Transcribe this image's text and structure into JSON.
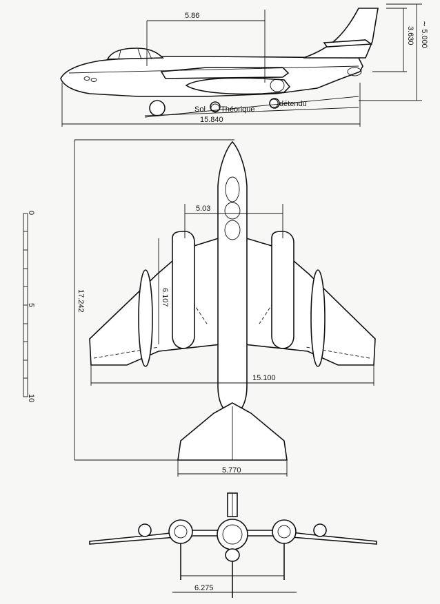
{
  "side_view": {
    "dim_fuselage_span": "5.86",
    "dim_tail_height": "3.630",
    "dim_total_height": "∼ 5.000",
    "ground_label_sol": "Sol",
    "ground_label_theorique": "Théorique",
    "ground_label_detendu": "détendu",
    "dim_length": "15.840"
  },
  "top_view": {
    "dim_length": "17.242",
    "dim_engine_spacing": "5.03",
    "dim_tip_engine": "6.107",
    "dim_wingspan": "15.100",
    "dim_tail_span": "5.770"
  },
  "scale_bar": {
    "labels": [
      "0",
      "5",
      "10"
    ]
  },
  "front_view": {
    "dim_track": "6.275"
  }
}
